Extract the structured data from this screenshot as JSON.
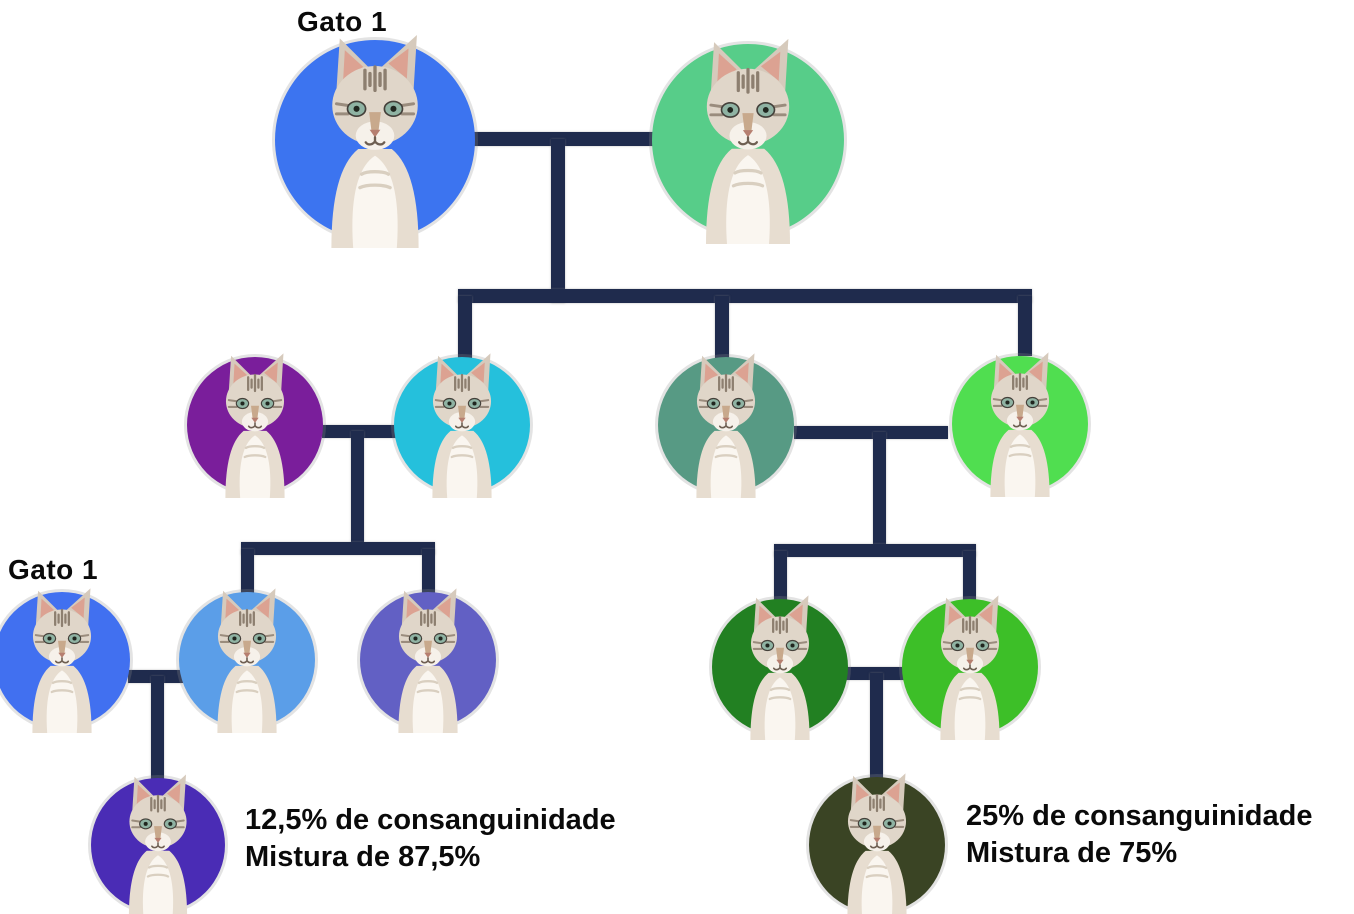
{
  "labels": {
    "gen1_sire_top": "Gato 1",
    "gen1_sire_repeat": "Gato 1"
  },
  "captions": {
    "left": {
      "line1": "12,5% de consanguinidade",
      "line2": "Mistura de 87,5%"
    },
    "right": {
      "line1": "25% de consanguinidade",
      "line2": "Mistura de 75%"
    }
  },
  "nodes": {
    "gen1_sire": "#3C74F0",
    "gen1_dam": "#57CD89",
    "gen2_mate_purple": "#7A1E9B",
    "gen2_child_cyan": "#25C0DC",
    "gen2_child_teal": "#579A84",
    "gen2_child_lightgreen": "#50DE50",
    "gen3_sire_repeat": "#4170F0",
    "gen3_child_lightblue": "#5B9EE8",
    "gen3_child_slate": "#6260C4",
    "gen3_child_darkgreen": "#228022",
    "gen3_child_brightgreen": "#3DBF28",
    "gen4_kitten_indigo": "#4A2CB5",
    "gen4_kitten_darkolive": "#3A4424"
  },
  "colors": {
    "connector": "#1F2B4D",
    "text": "#0A0A0A",
    "background": "#FFFFFF"
  },
  "icons": {
    "cat": "cat-portrait-icon"
  }
}
